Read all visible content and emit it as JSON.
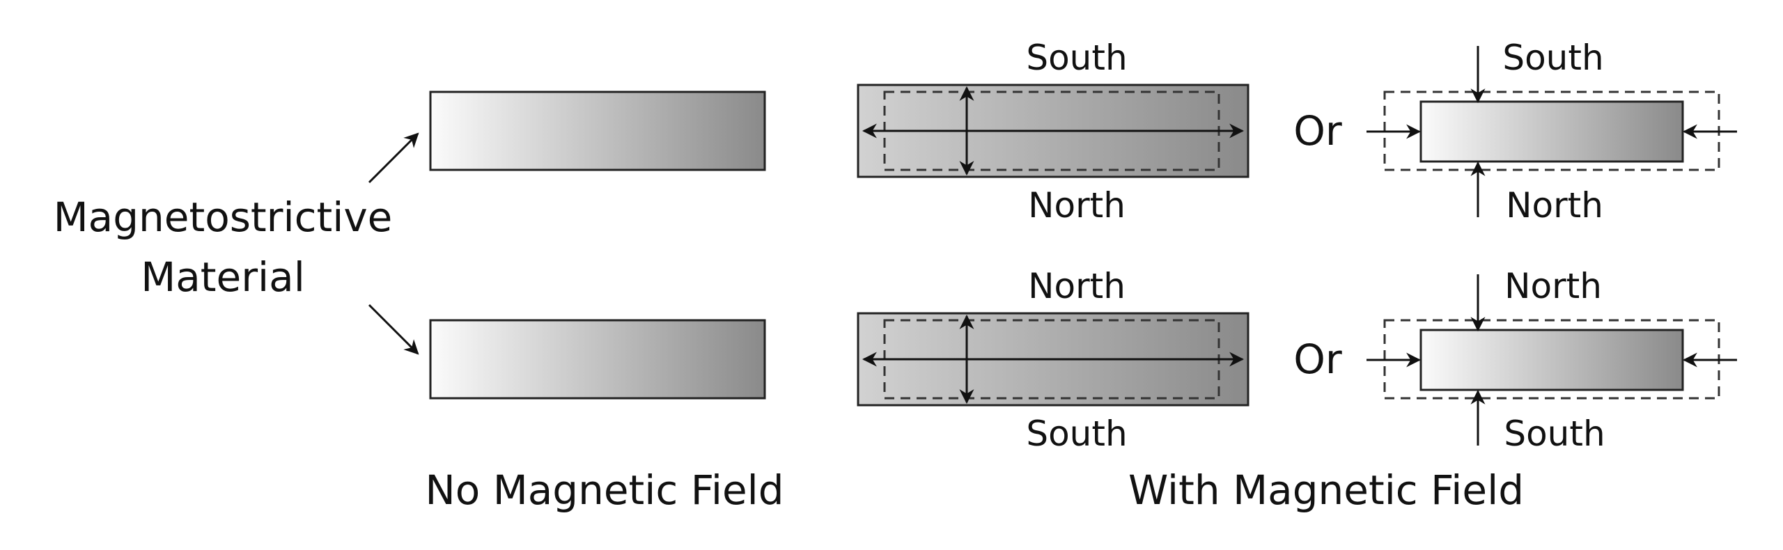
{
  "material_label": [
    "Magnetostrictive",
    "Material"
  ],
  "captions": {
    "left": "No Magnetic Field",
    "right": "With Magnetic Field"
  },
  "top_row": {
    "elongated": {
      "top_pole": "South",
      "bottom_pole": "North"
    },
    "or_label": "Or",
    "contracted": {
      "top_pole": "South",
      "bottom_pole": "North"
    }
  },
  "bottom_row": {
    "elongated": {
      "top_pole": "North",
      "bottom_pole": "South"
    },
    "or_label": "Or",
    "contracted": {
      "top_pole": "North",
      "bottom_pole": "South"
    }
  },
  "colors": {
    "bar_light": "#fbfbfb",
    "bar_dark": "#8a8a8a",
    "stroke": "#222222"
  }
}
